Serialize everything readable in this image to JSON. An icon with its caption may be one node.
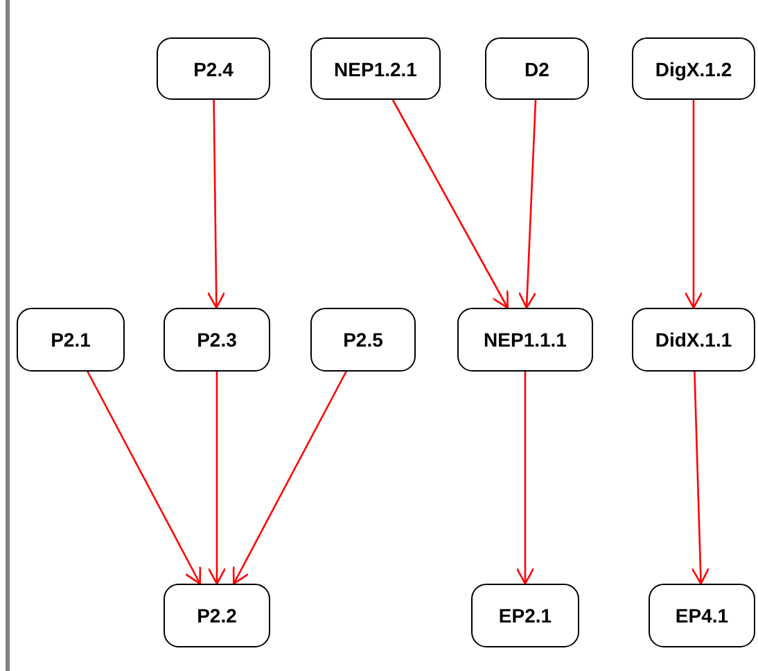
{
  "diagram": {
    "nodes": [
      {
        "text": [
          "P2.4"
        ]
      },
      {
        "text": [
          "NEP1.2.1"
        ]
      },
      {
        "text": [
          "D2"
        ]
      },
      {
        "text": [
          "DigX.1.2"
        ]
      },
      {
        "text": [
          "P2.1"
        ]
      },
      {
        "text": [
          "P2.3"
        ]
      },
      {
        "text": [
          "P2.5"
        ]
      },
      {
        "text": [
          "NEP1.1.1"
        ]
      },
      {
        "text": [
          "DidX.1.1"
        ]
      },
      {
        "text": [
          "P2.2"
        ]
      },
      {
        "text": [
          "EP2.1"
        ]
      },
      {
        "text": [
          "EP4.1"
        ]
      }
    ],
    "edges": [
      {
        "from": 0,
        "to": 5,
        "arrow": "to"
      },
      {
        "from": 1,
        "to": 7,
        "arrow": "to"
      },
      {
        "from": 2,
        "to": 7,
        "arrow": "to"
      },
      {
        "from": 3,
        "to": 8,
        "arrow": "to"
      },
      {
        "from": 4,
        "to": 9,
        "arrow": "to"
      },
      {
        "from": 5,
        "to": 9,
        "arrow": "to"
      },
      {
        "from": 6,
        "to": 9,
        "arrow": "to"
      },
      {
        "from": 7,
        "to": 10,
        "arrow": "to"
      },
      {
        "from": 8,
        "to": 11,
        "arrow": "to"
      }
    ]
  }
}
